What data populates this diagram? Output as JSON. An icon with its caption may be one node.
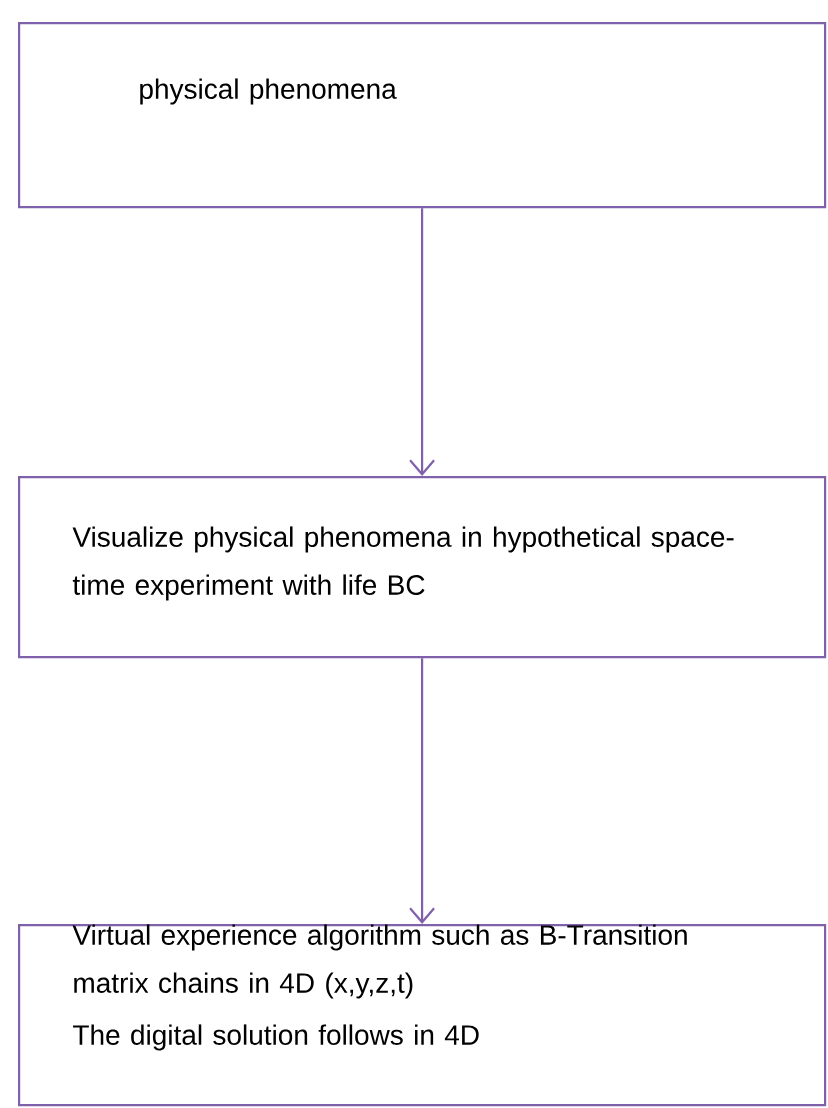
{
  "diagram": {
    "nodes": [
      {
        "text": [
          "physical phenomena"
        ]
      },
      {
        "text": [
          "Visualize physical phenomena in hypothetical space-time experiment with life BC"
        ]
      },
      {
        "text": [
          "Virtual experience algorithm such as B-Transition matrix chains in 4D (x,y,z,t)",
          "The digital solution follows in 4D"
        ]
      }
    ],
    "edges": [
      {
        "from": 0,
        "to": 1,
        "arrow": "to"
      },
      {
        "from": 1,
        "to": 2,
        "arrow": "to"
      }
    ]
  }
}
